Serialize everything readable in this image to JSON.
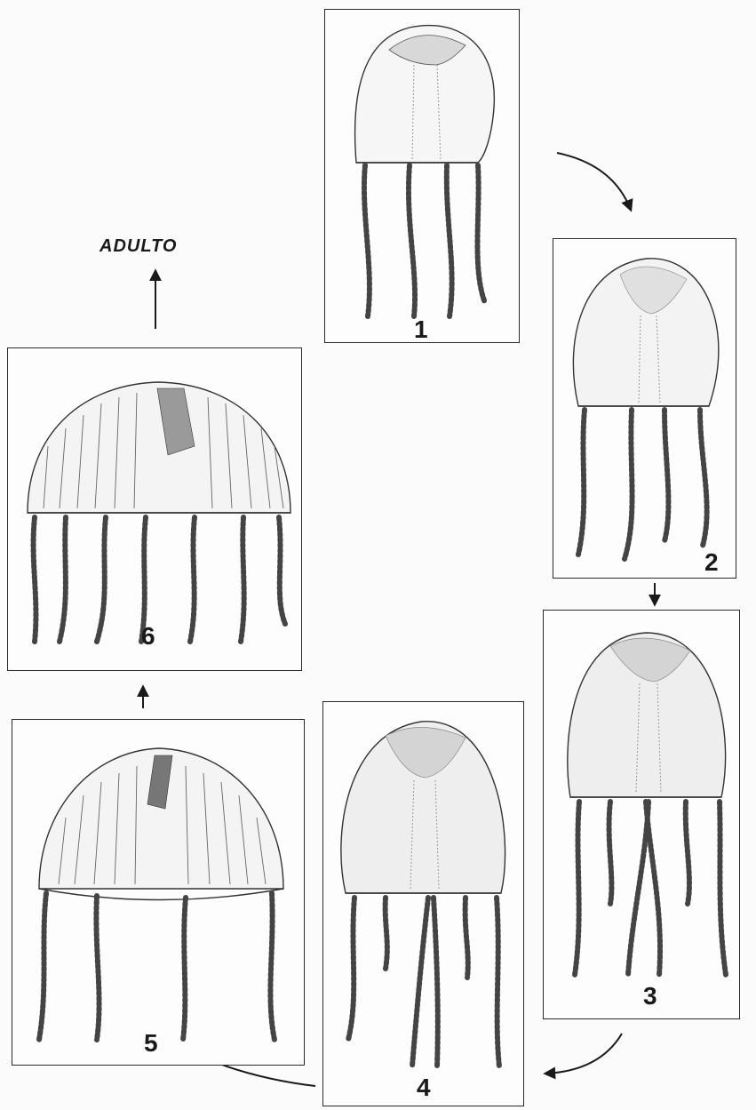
{
  "adult_label": "ADULTO",
  "stages": [
    {
      "label": "1"
    },
    {
      "label": "2"
    },
    {
      "label": "3"
    },
    {
      "label": "4"
    },
    {
      "label": "5"
    },
    {
      "label": "6"
    }
  ]
}
